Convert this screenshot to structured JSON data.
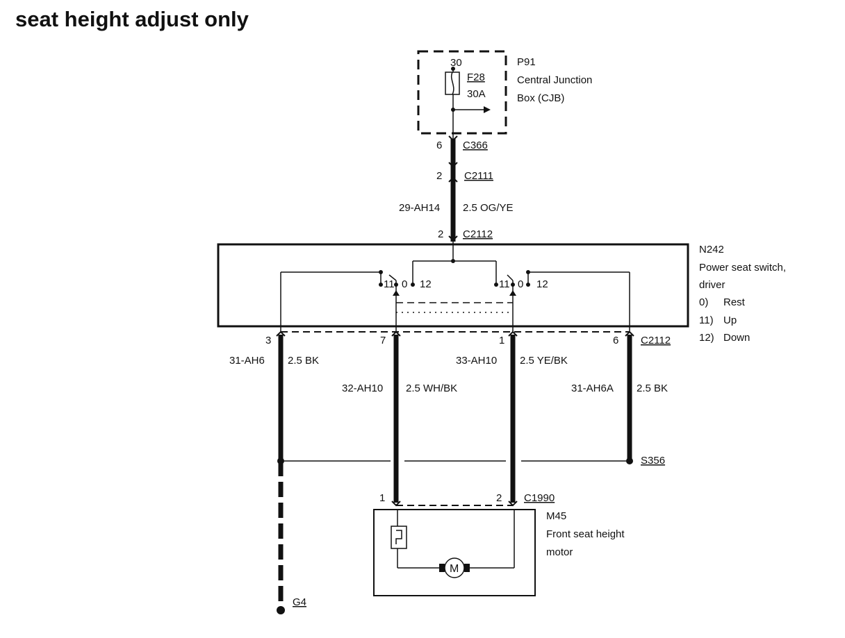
{
  "title": "seat height adjust only",
  "cjb": {
    "id": "P91",
    "name_line1": "Central Junction",
    "name_line2": "Box (CJB)",
    "pin": "30",
    "fuse_id": "F28",
    "fuse_rating": "30A"
  },
  "connectors": {
    "c366": {
      "pin": "6",
      "id": "C366"
    },
    "c2111": {
      "pin": "2",
      "id": "C2111"
    },
    "c2112_top": {
      "pin": "2",
      "id": "C2112"
    },
    "c2112_bottom": {
      "id": "C2112",
      "pins": [
        "3",
        "7",
        "1",
        "6"
      ]
    },
    "c1990": {
      "id": "C1990",
      "pins": [
        "1",
        "2"
      ]
    }
  },
  "feed_wire": {
    "circuit": "29-AH14",
    "spec": "2.5 OG/YE"
  },
  "switch": {
    "id": "N242",
    "name_line1": "Power seat switch,",
    "name_line2": "driver",
    "positions": [
      {
        "num": "0)",
        "label": "Rest"
      },
      {
        "num": "11)",
        "label": "Up"
      },
      {
        "num": "12)",
        "label": "Down"
      }
    ],
    "left_contacts": {
      "a": "11",
      "b": "0",
      "c": "12"
    },
    "right_contacts": {
      "a": "11",
      "b": "0",
      "c": "12"
    }
  },
  "wires": [
    {
      "circuit": "31-AH6",
      "spec": "2.5 BK"
    },
    {
      "circuit": "32-AH10",
      "spec": "2.5 WH/BK"
    },
    {
      "circuit": "33-AH10",
      "spec": "2.5 YE/BK"
    },
    {
      "circuit": "31-AH6A",
      "spec": "2.5 BK"
    }
  ],
  "splice": "S356",
  "ground": "G4",
  "motor": {
    "id": "M45",
    "name_line1": "Front seat height",
    "name_line2": "motor",
    "symbol": "M"
  }
}
